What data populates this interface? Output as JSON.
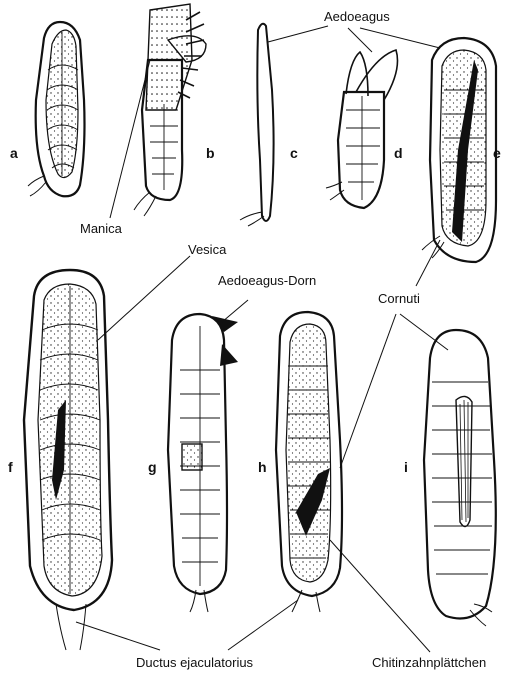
{
  "labels": {
    "aedoeagus": "Aedoeagus",
    "manica": "Manica",
    "vesica": "Vesica",
    "aedoeagus_dorn": "Aedoeagus-Dorn",
    "cornuti": "Cornuti",
    "ductus": "Ductus ejaculatorius",
    "chitin": "Chitinzahnplättchen"
  },
  "panels": [
    "a",
    "b",
    "c",
    "d",
    "e",
    "f",
    "g",
    "h",
    "i"
  ]
}
